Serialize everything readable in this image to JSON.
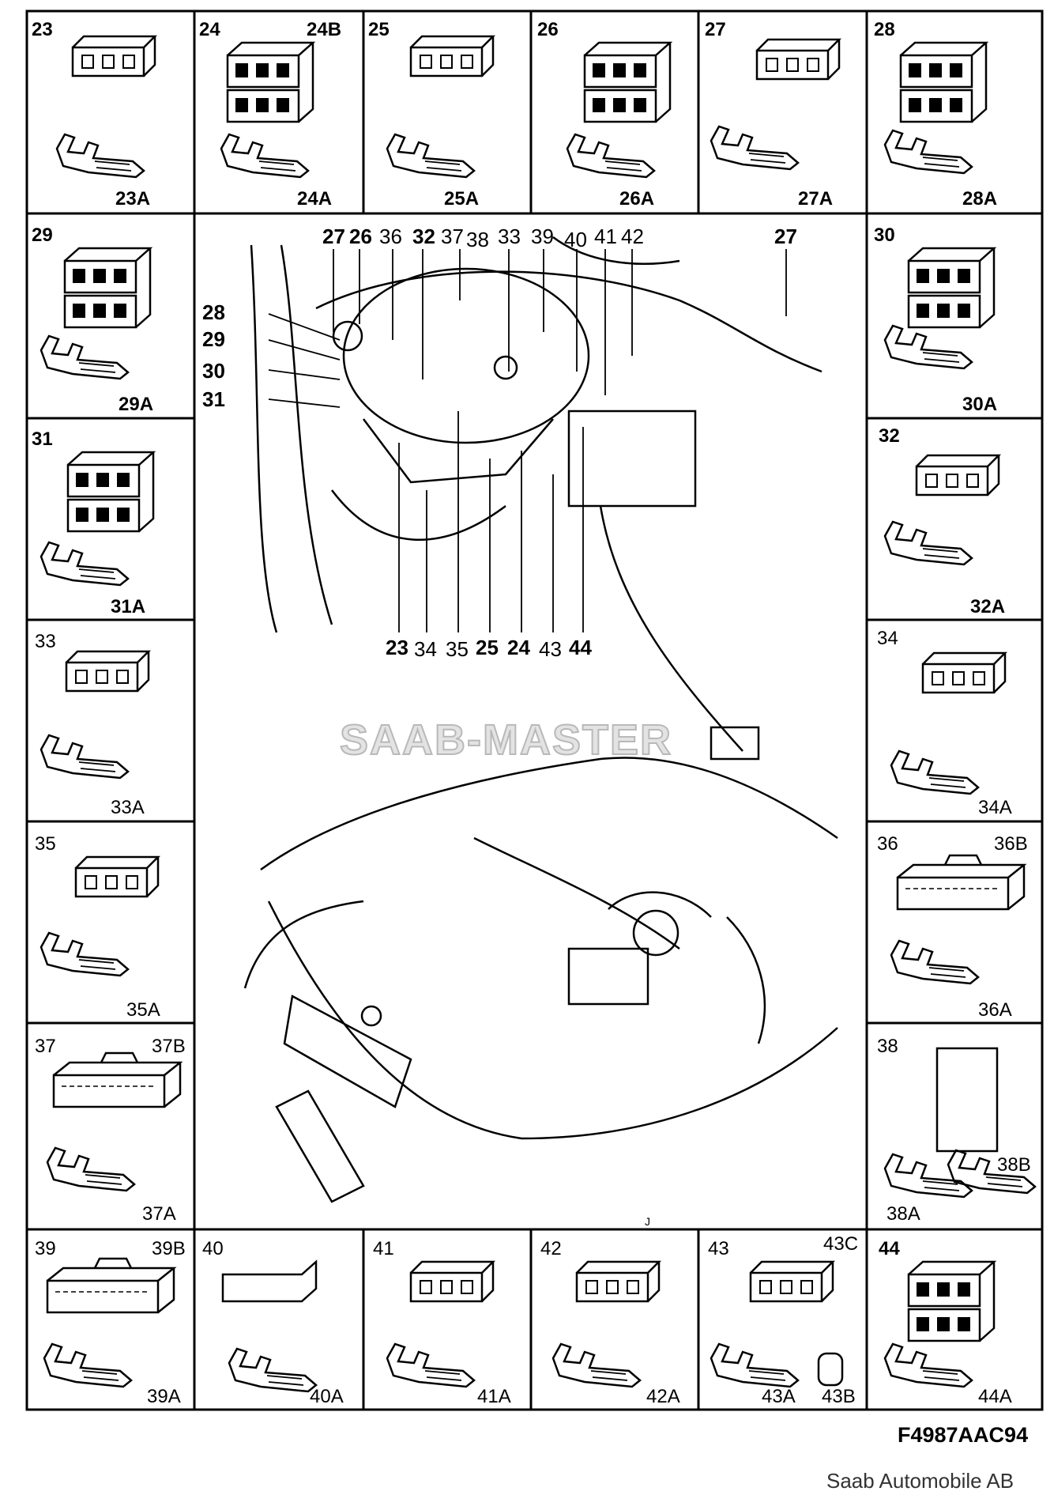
{
  "top_row": [
    {
      "id": "23",
      "part_a": "23A"
    },
    {
      "id": "24",
      "part_a": "24A",
      "part_b": "24B"
    },
    {
      "id": "25",
      "part_a": "25A"
    },
    {
      "id": "26",
      "part_a": "26A"
    },
    {
      "id": "27",
      "part_a": "27A"
    },
    {
      "id": "28",
      "part_a": "28A"
    }
  ],
  "left_column": [
    {
      "id": "29",
      "part_a": "29A"
    },
    {
      "id": "31",
      "part_a": "31A"
    },
    {
      "id": "33",
      "part_a": "33A"
    },
    {
      "id": "35",
      "part_a": "35A"
    },
    {
      "id": "37",
      "part_a": "37A",
      "part_b": "37B"
    }
  ],
  "right_column": [
    {
      "id": "30",
      "part_a": "30A"
    },
    {
      "id": "32",
      "part_a": "32A"
    },
    {
      "id": "34",
      "part_a": "34A"
    },
    {
      "id": "36",
      "part_a": "36A",
      "part_b": "36B"
    },
    {
      "id": "38",
      "part_a": "38A",
      "part_b": "38B"
    }
  ],
  "bottom_row": [
    {
      "id": "39",
      "part_a": "39A",
      "part_b": "39B"
    },
    {
      "id": "40",
      "part_a": "40A"
    },
    {
      "id": "41",
      "part_a": "41A"
    },
    {
      "id": "42",
      "part_a": "42A"
    },
    {
      "id": "43",
      "part_a": "43A",
      "part_b": "43B",
      "part_c": "43C"
    },
    {
      "id": "44",
      "part_a": "44A"
    }
  ],
  "main_callouts": {
    "top": [
      "27",
      "26",
      "36",
      "32",
      "37",
      "38",
      "33",
      "39",
      "40",
      "41",
      "42",
      "27"
    ],
    "left": [
      "28",
      "29",
      "30",
      "31"
    ],
    "bottom": [
      "23",
      "34",
      "35",
      "25",
      "24",
      "43",
      "44"
    ]
  },
  "watermark": "SAAB-MASTER",
  "figure_code": "F4987AAC94",
  "copyright": "Saab Automobile AB",
  "small_mark": "J"
}
